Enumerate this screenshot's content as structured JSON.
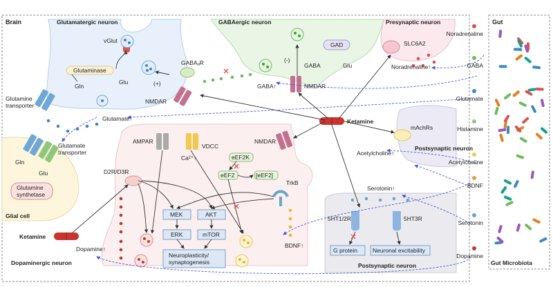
{
  "regions": {
    "brain": "Brain",
    "gut": "Gut",
    "gut_microbiota": "Gut Microbiota",
    "glutamatergic_neuron": "Glutamatergic\nneuron",
    "gabaergic_neuron": "GABAergic neuron",
    "presynaptic_neuron": "Presynaptic neuron",
    "postsynaptic_neuron_top": "Postsynaptic\nneuron",
    "postsynaptic_neuron_bottom": "Postsynaptic neuron",
    "glial_cell": "Glial cell",
    "dopaminergic_neuron": "Dopaminergic neuron"
  },
  "labels": {
    "vglut": "vGlut",
    "glutaminase": "Glutaminase",
    "gln1": "Gln",
    "glu1": "Glu",
    "plus": "(+)",
    "minus": "(-)",
    "gabaar": "GABAₐR",
    "gad": "GAD",
    "gaba_inner": "GABA",
    "glu_inner": "Glu",
    "gaba_up": "GABA↑",
    "nmdar_gaba": "NMDAR",
    "nmdar_glut": "NMDAR",
    "nmdar_post": "NMDAR",
    "slc6a2": "SLC6A2",
    "noradrenaline_up": "Noradrenaline↑",
    "glutamine_transporter": "Glutamine\ntransporter",
    "glutamate_up": "Glutamate↑",
    "ketamine_center": "Ketamine",
    "machrs": "mAchRs",
    "acetylcholine_up": "Acetylcholine↑",
    "gln2": "Gln",
    "glu2": "Glu",
    "glutamate_transporter": "Glutamate\ntransporter",
    "glutamine_synthetase": "Glutamine\nsynthetase",
    "ampar": "AMPAR",
    "vdcc": "VDCC",
    "ca": "Ca²⁺↑",
    "eef2k": "eEF2K",
    "eef2": "eEF2",
    "eef2p": "[eEF2]",
    "d2r": "D2R/D3R",
    "trkb": "TrkB",
    "mek": "MEK",
    "akt": "AKT",
    "erk": "ERK",
    "mtor": "mTOR",
    "neuroplasticity": "Neuroplasticity/\nsynaptogenesis",
    "ketamine_left": "Ketamine",
    "dopamine_up": "Dopamine↑",
    "bdnf_up": "BDNF↑",
    "serotonin_up": "Serotonin↑",
    "ht12r": "5HT1/2R",
    "ht3r": "5HT3R",
    "g_protein": "G protein",
    "neuronal_excitability": "Neuronal excitability"
  },
  "gut_labels": [
    "Noradrenaline",
    "GABA",
    "Glutamate",
    "Histamine",
    "Acetylcholine",
    "BDNF",
    "Serotonin",
    "Dopamine"
  ],
  "colors": {
    "glut_fill": "#e8f1fb",
    "gaba_fill": "#e9f6e6",
    "pre_fill": "#fbe9ee",
    "post_fill": "#ecebf5",
    "glial_fill": "#fdf6dc",
    "dopa_fill": "#fbefef",
    "ketamine": "#c8342e",
    "arrow_blue": "#4a55d8",
    "nmdar": "#c4708f"
  }
}
